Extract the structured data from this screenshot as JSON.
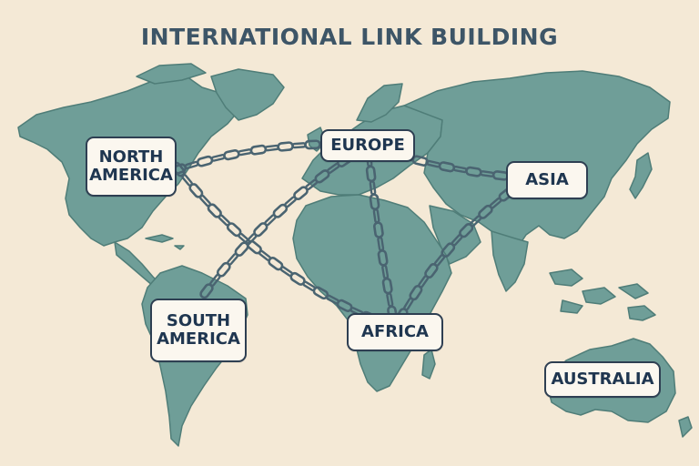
{
  "title": "INTERNATIONAL LINK BUILDING",
  "colors": {
    "background": "#f4e9d6",
    "land": "#6f9e98",
    "land_outline": "#4f7d78",
    "chain": "#4a6471",
    "label_border": "#2e3f52",
    "label_text": "#1f3650",
    "title": "#3d5567"
  },
  "regions": {
    "north_america": {
      "line1": "NORTH",
      "line2": "AMERICA"
    },
    "europe": {
      "label": "EUROPE"
    },
    "asia": {
      "label": "ASIA"
    },
    "south_america": {
      "line1": "SOUTH",
      "line2": "AMERICA"
    },
    "africa": {
      "label": "AFRICA"
    },
    "australia": {
      "label": "AUSTRALIA"
    }
  },
  "links": [
    {
      "from": "NORTH AMERICA",
      "to": "EUROPE"
    },
    {
      "from": "EUROPE",
      "to": "ASIA"
    },
    {
      "from": "NORTH AMERICA",
      "to": "AFRICA"
    },
    {
      "from": "EUROPE",
      "to": "AFRICA"
    },
    {
      "from": "ASIA",
      "to": "AFRICA"
    },
    {
      "from": "EUROPE",
      "to": "SOUTH AMERICA"
    }
  ]
}
